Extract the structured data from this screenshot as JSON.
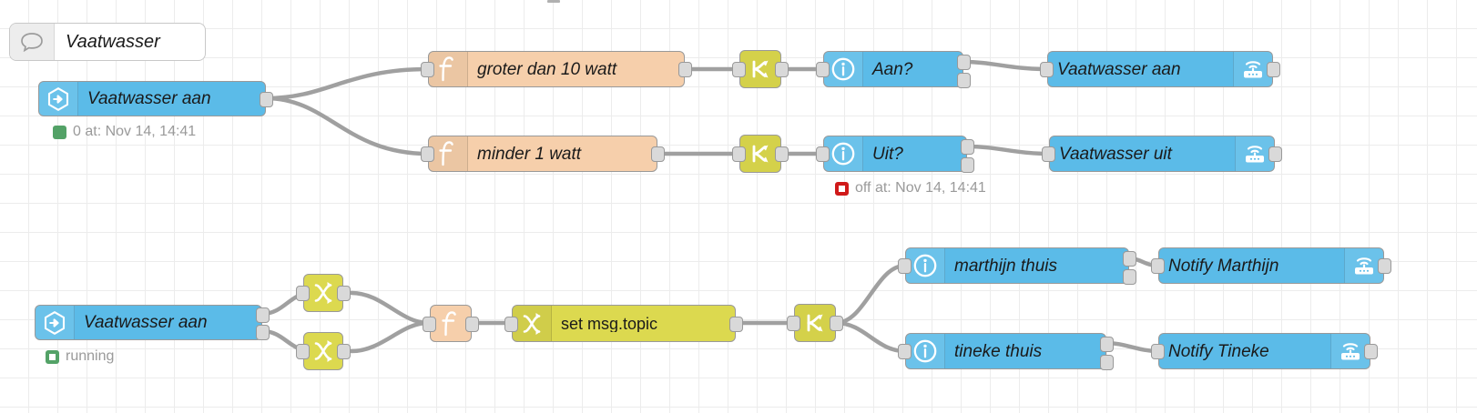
{
  "app": {
    "name": "node-red-flow-editor",
    "grid_color": "#ececec",
    "canvas_bg": "#ffffff"
  },
  "colors": {
    "node_blue": "#5bbbe8",
    "node_function": "#f6cfab",
    "node_switch": "#d4d14a",
    "node_change": "#dcd94f",
    "port": "#d9d9d9",
    "wire": "#a0a0a0",
    "status_green": "#53a267",
    "status_red": "#d01a1a",
    "status_text": "#9a9a9a"
  },
  "comment": {
    "text": "Vaatwasser",
    "icon": "speech-bubble-icon"
  },
  "flows": [
    {
      "name": "vaatwasser-power-flow",
      "nodes": [
        {
          "id": "n1",
          "label": "Vaatwasser aan",
          "type": "event-state",
          "icon": "hexagon-arrow-icon",
          "icon_side": "left"
        },
        {
          "id": "n2",
          "label": "groter dan 10 watt",
          "type": "function",
          "icon": "function-f-icon",
          "icon_side": "left"
        },
        {
          "id": "n3",
          "label": "",
          "type": "switch",
          "icon": "switch-branch-icon",
          "icon_side": "none"
        },
        {
          "id": "n4",
          "label": "Aan?",
          "type": "api-current-state",
          "icon": "info-circle-icon",
          "icon_side": "left"
        },
        {
          "id": "n5",
          "label": "Vaatwasser aan",
          "type": "call-service",
          "icon": "router-wifi-icon",
          "icon_side": "right"
        },
        {
          "id": "n6",
          "label": "minder 1 watt",
          "type": "function",
          "icon": "function-f-icon",
          "icon_side": "left"
        },
        {
          "id": "n7",
          "label": "",
          "type": "switch",
          "icon": "switch-branch-icon",
          "icon_side": "none"
        },
        {
          "id": "n8",
          "label": "Uit?",
          "type": "api-current-state",
          "icon": "info-circle-icon",
          "icon_side": "left"
        },
        {
          "id": "n9",
          "label": "Vaatwasser uit",
          "type": "call-service",
          "icon": "router-wifi-icon",
          "icon_side": "right"
        }
      ],
      "statuses": [
        {
          "for": "n1",
          "text": "0 at: Nov 14, 14:41",
          "indicator": "filled-green"
        },
        {
          "for": "n8",
          "text": "off at: Nov 14, 14:41",
          "indicator": "ring-red"
        }
      ]
    },
    {
      "name": "vaatwasser-notify-flow",
      "nodes": [
        {
          "id": "m1",
          "label": "Vaatwasser aan",
          "type": "event-state",
          "icon": "hexagon-arrow-icon",
          "icon_side": "left"
        },
        {
          "id": "m2",
          "label": "",
          "type": "change",
          "icon": "change-swap-icon",
          "icon_side": "none"
        },
        {
          "id": "m3",
          "label": "",
          "type": "change",
          "icon": "change-swap-icon",
          "icon_side": "none"
        },
        {
          "id": "m4",
          "label": "",
          "type": "function",
          "icon": "function-f-icon",
          "icon_side": "none"
        },
        {
          "id": "m5",
          "label": "set msg.topic",
          "type": "change",
          "icon": "change-swap-icon",
          "icon_side": "left"
        },
        {
          "id": "m6",
          "label": "",
          "type": "switch",
          "icon": "switch-branch-icon",
          "icon_side": "none"
        },
        {
          "id": "m7",
          "label": "marthijn thuis",
          "type": "api-current-state",
          "icon": "info-circle-icon",
          "icon_side": "left"
        },
        {
          "id": "m8",
          "label": "Notify Marthijn",
          "type": "call-service",
          "icon": "router-wifi-icon",
          "icon_side": "right"
        },
        {
          "id": "m9",
          "label": "tineke thuis",
          "type": "api-current-state",
          "icon": "info-circle-icon",
          "icon_side": "left"
        },
        {
          "id": "m10",
          "label": "Notify Tineke",
          "type": "call-service",
          "icon": "router-wifi-icon",
          "icon_side": "right"
        }
      ],
      "statuses": [
        {
          "for": "m1",
          "text": "running",
          "indicator": "ring-green"
        }
      ]
    }
  ]
}
